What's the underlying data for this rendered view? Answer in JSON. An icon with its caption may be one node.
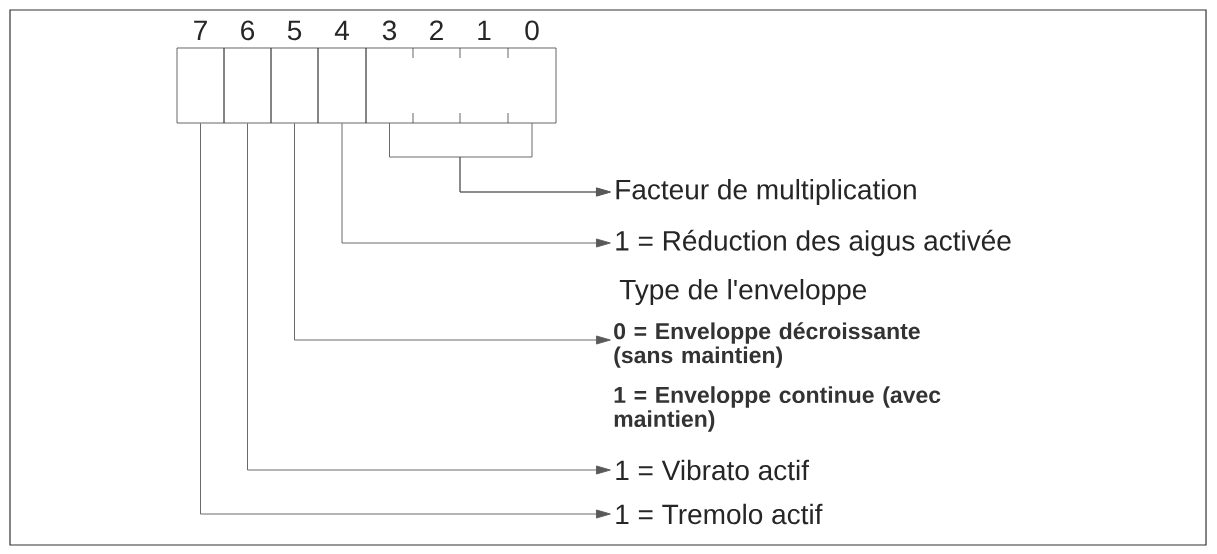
{
  "diagram": {
    "nodes": [
      {
        "text": [
          "7"
        ]
      },
      {
        "text": [
          "6"
        ]
      },
      {
        "text": [
          "5"
        ]
      },
      {
        "text": [
          "4"
        ]
      },
      {
        "text": [
          "3"
        ]
      },
      {
        "text": [
          "2"
        ]
      },
      {
        "text": [
          "1"
        ]
      },
      {
        "text": [
          "0"
        ]
      },
      {
        "text": [
          "Facteur de multiplication"
        ]
      },
      {
        "text": [
          "1 = Réduction des aigus activée"
        ]
      },
      {
        "text": [
          "0 = Enveloppe décroissante (sans maintien)"
        ]
      },
      {
        "text": [
          "1 = Vibrato actif"
        ]
      },
      {
        "text": [
          "1 = Tremolo actif"
        ]
      }
    ],
    "edges": [
      {
        "from": 4,
        "to": 8,
        "arrow": "to"
      },
      {
        "from": 7,
        "to": 8,
        "arrow": "to"
      },
      {
        "from": 3,
        "to": 9,
        "arrow": "to"
      },
      {
        "from": 2,
        "to": 10,
        "arrow": "to"
      },
      {
        "from": 1,
        "to": 11,
        "arrow": "to"
      },
      {
        "from": 0,
        "to": 12,
        "arrow": "to"
      }
    ],
    "labels": [
      "Type de l'enveloppe",
      "1 = Enveloppe continue (avec maintien)"
    ]
  }
}
